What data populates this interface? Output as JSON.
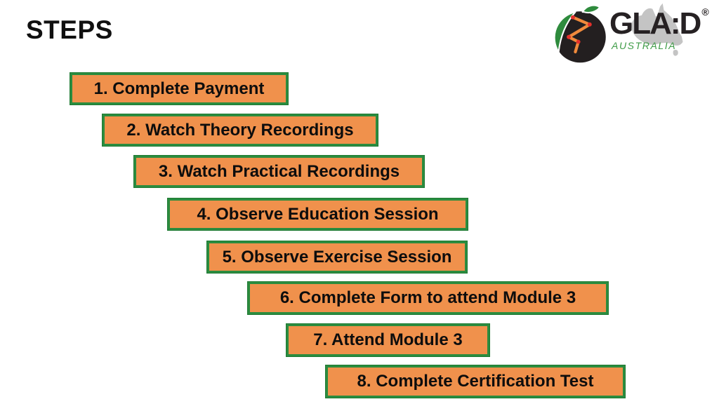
{
  "slide": {
    "title": "STEPS"
  },
  "steps": [
    {
      "number": 1,
      "label": "1. Complete Payment"
    },
    {
      "number": 2,
      "label": "2. Watch Theory Recordings"
    },
    {
      "number": 3,
      "label": "3. Watch Practical Recordings"
    },
    {
      "number": 4,
      "label": "4. Observe Education Session"
    },
    {
      "number": 5,
      "label": "5. Observe Exercise Session"
    },
    {
      "number": 6,
      "label": "6. Complete Form to attend Module 3"
    },
    {
      "number": 7,
      "label": "7. Attend Module 3"
    },
    {
      "number": 8,
      "label": "8. Complete Certification Test"
    }
  ],
  "logo": {
    "brand": "GLA:D",
    "registered": "®",
    "region": "AUSTRALIA"
  },
  "colors": {
    "step_fill": "#F0914C",
    "step_border": "#2B8C3F",
    "step_text": "#0D0D0D",
    "brand_text": "#262123",
    "region_text": "#3F9C47",
    "logo_circle": "#231F20",
    "logo_green": "#2E8B3D",
    "logo_leg_orange": "#F08A3C",
    "logo_joint_red": "#E3302B",
    "map_gray": "#C4C4C4"
  }
}
